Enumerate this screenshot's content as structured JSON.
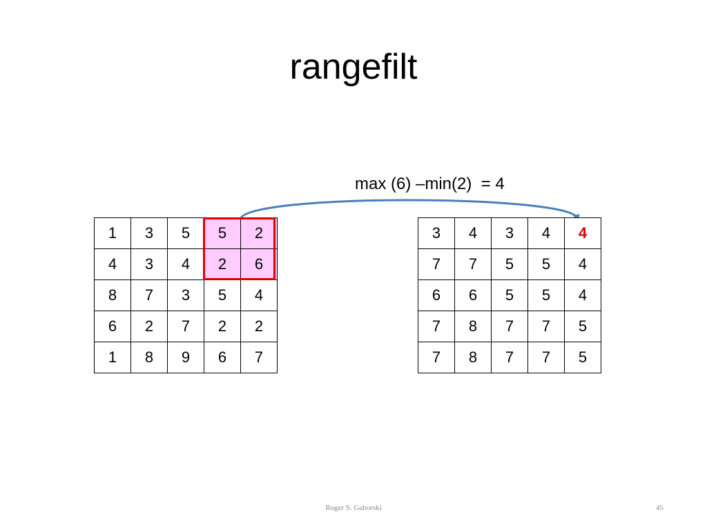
{
  "slide": {
    "title": "rangefilt",
    "formula": "max (6) –min(2)  = 4",
    "author": "Roger S. Gaborski",
    "page_number": "45",
    "colors": {
      "highlight": "#ffccff",
      "window_border": "#e00000",
      "result": "#e00000",
      "arrow": "#4a7ebb"
    }
  },
  "input_grid": [
    [
      "1",
      "3",
      "5",
      "5",
      "2"
    ],
    [
      "4",
      "3",
      "4",
      "2",
      "6"
    ],
    [
      "8",
      "7",
      "3",
      "5",
      "4"
    ],
    [
      "6",
      "2",
      "7",
      "2",
      "2"
    ],
    [
      "1",
      "8",
      "9",
      "6",
      "7"
    ]
  ],
  "output_grid": [
    [
      "3",
      "4",
      "3",
      "4",
      "4"
    ],
    [
      "7",
      "7",
      "5",
      "5",
      "4"
    ],
    [
      "6",
      "6",
      "5",
      "5",
      "4"
    ],
    [
      "7",
      "8",
      "7",
      "7",
      "5"
    ],
    [
      "7",
      "8",
      "7",
      "7",
      "5"
    ]
  ]
}
